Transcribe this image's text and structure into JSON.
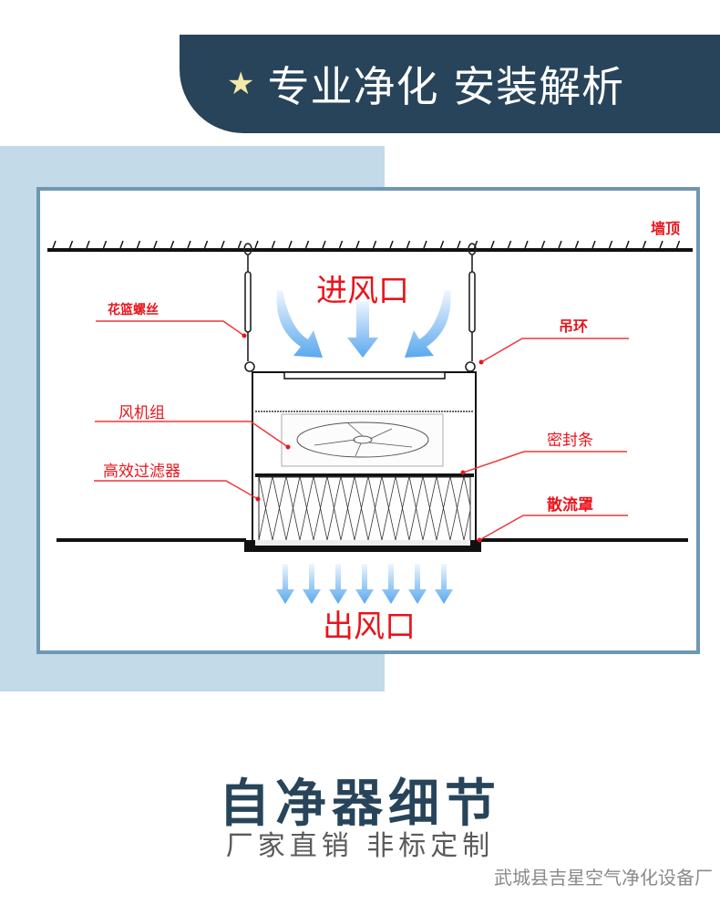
{
  "banner": {
    "icon": "star-icon",
    "title": "专业净化 安装解析"
  },
  "diagram": {
    "air_in": "进风口",
    "air_out": "出风口",
    "ceiling": "墙顶",
    "labels": {
      "turnbuckle": "花篮螺丝",
      "ring": "吊环",
      "fan": "风机组",
      "seal": "密封条",
      "hepa": "高效过滤器",
      "diffuser": "散流罩"
    },
    "colors": {
      "label": "#e8141b",
      "arrow": "#5aa8ee",
      "frame": "#6e97b3"
    }
  },
  "footer": {
    "title": "自净器细节",
    "subtitle": "厂家直销 非标定制",
    "company": "武城县吉星空气净化设备厂"
  }
}
